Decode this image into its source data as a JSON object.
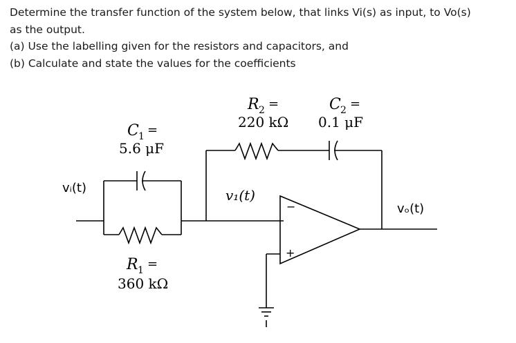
{
  "question": {
    "line1": "Determine the transfer function of the system below, that links Vi(s) as input, to Vo(s)",
    "line2": "as the output.",
    "part_a": "(a) Use the labelling given for the resistors and capacitors, and",
    "part_b": "(b) Calculate and state the values for the coefficients"
  },
  "components": {
    "c1": {
      "name": "C",
      "sub": "1",
      "eq": "=",
      "value": "5.6 μF"
    },
    "r1": {
      "name": "R",
      "sub": "1",
      "eq": "=",
      "value": "360 kΩ"
    },
    "r2": {
      "name": "R",
      "sub": "2",
      "eq": "=",
      "value": "220 kΩ"
    },
    "c2": {
      "name": "C",
      "sub": "2",
      "eq": "=",
      "value": "0.1 μF"
    }
  },
  "signals": {
    "vi": "vᵢ(t)",
    "v1": "v₁(t)",
    "vo": "vₒ(t)"
  },
  "opamp": {
    "minus": "−",
    "plus": "+"
  }
}
